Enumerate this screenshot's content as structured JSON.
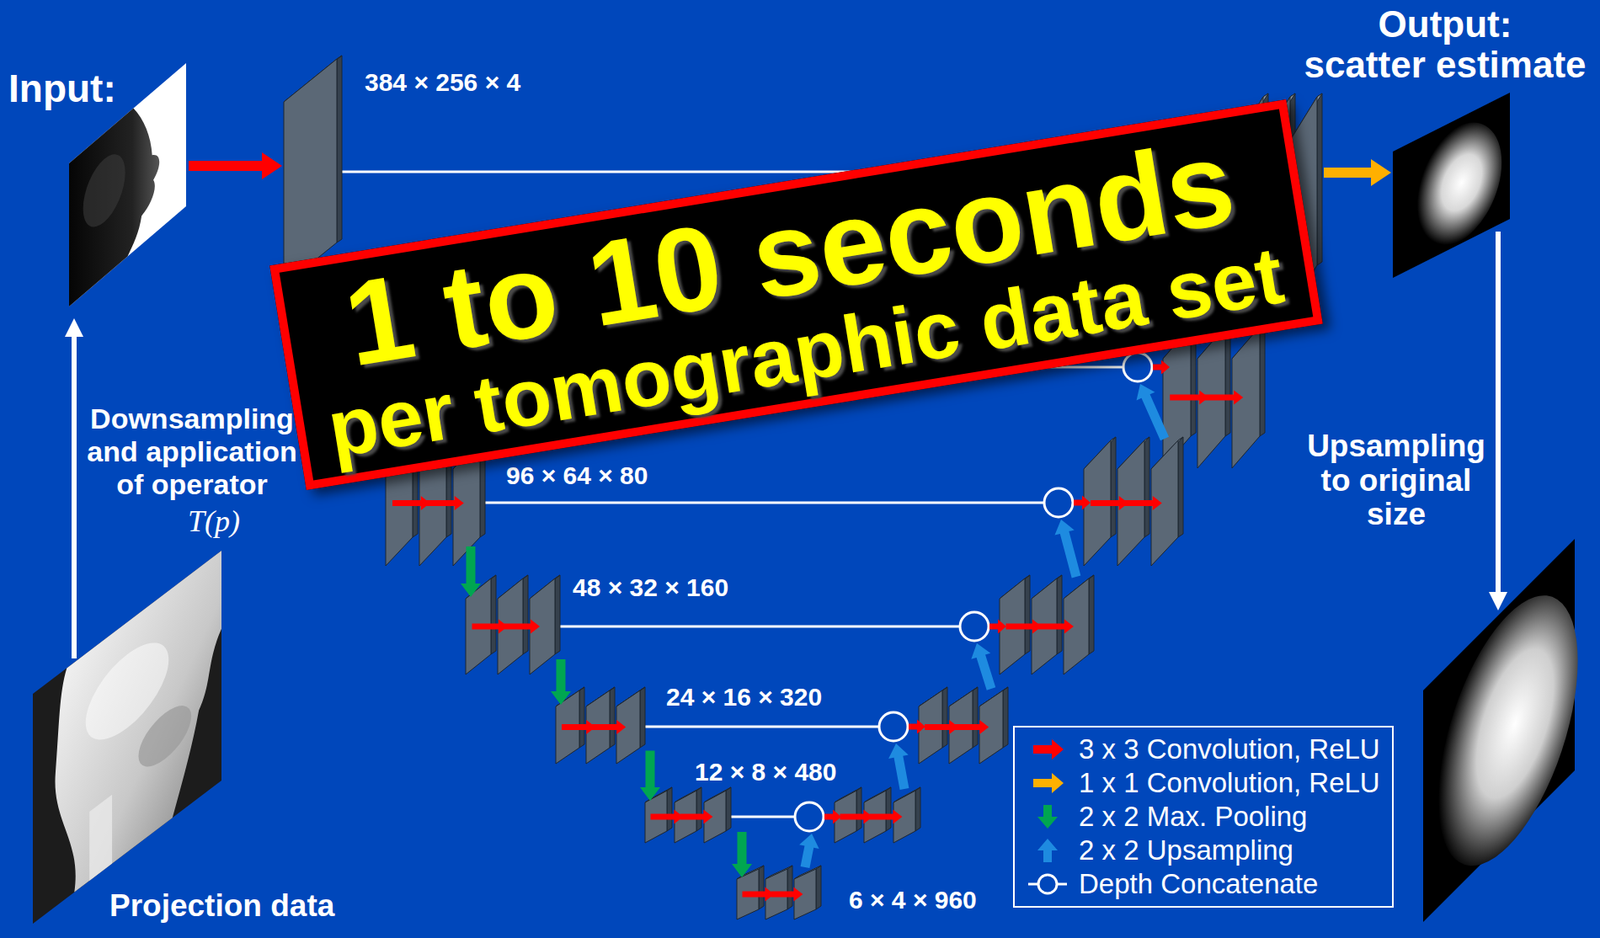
{
  "diagram": {
    "nodes": [
      {
        "text": [
          "1 to 10 seconds",
          "per tomographic data set"
        ]
      }
    ],
    "labels": [
      "Input:",
      "384 × 256 × 4",
      "Output:",
      "scatter estimate",
      "Downsampling and application of operator",
      "T(p)",
      "96 × 64 × 80",
      "48 × 32 × 160",
      "24 × 16 × 320",
      "12 × 8 × 480",
      "6 × 4 × 960",
      "Upsampling to original size",
      "Projection data"
    ],
    "legend": [
      {
        "text": "3 x 3 Convolution, ReLU",
        "color": "#ff0000"
      },
      {
        "text": "1 x 1 Convolution, ReLU",
        "color": "#ffb000"
      },
      {
        "text": "2 x 2 Max. Pooling",
        "color": "#00a651"
      },
      {
        "text": "2 x 2 Upsampling",
        "color": "#1e8be0"
      },
      {
        "text": "Depth Concatenate"
      }
    ]
  }
}
